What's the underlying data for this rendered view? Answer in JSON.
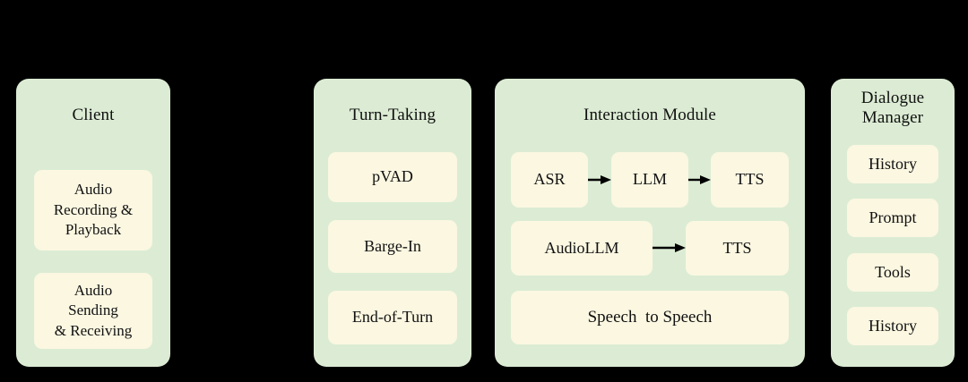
{
  "diagram": {
    "background_color": "#000000",
    "panel_color": "#dcecd4",
    "box_color": "#fbf7e1",
    "text_color": "#111111",
    "arrow_color": "#000000",
    "panels": [
      {
        "id": "client",
        "title": "Client",
        "boxes": [
          {
            "label": "Audio\nRecording &\nPlayback"
          },
          {
            "label": "Audio\nSending\n& Receiving"
          }
        ]
      },
      {
        "id": "turn-taking",
        "title": "Turn-Taking",
        "boxes": [
          {
            "label": "pVAD"
          },
          {
            "label": "Barge-In"
          },
          {
            "label": "End-of-Turn"
          }
        ]
      },
      {
        "id": "interaction-module",
        "title": "Interaction Module",
        "rows": [
          {
            "id": "cascaded-pipeline",
            "boxes": [
              {
                "label": "ASR"
              },
              {
                "label": "LLM"
              },
              {
                "label": "TTS"
              }
            ],
            "arrows": [
              {
                "from": "ASR",
                "to": "LLM",
                "direction": "right"
              },
              {
                "from": "LLM",
                "to": "TTS",
                "direction": "right"
              }
            ]
          },
          {
            "id": "audiollm-pipeline",
            "boxes": [
              {
                "label": "AudioLLM"
              },
              {
                "label": "TTS"
              }
            ],
            "arrows": [
              {
                "from": "AudioLLM",
                "to": "TTS",
                "direction": "right"
              }
            ]
          },
          {
            "id": "speech-to-speech",
            "boxes": [
              {
                "label": "Speech  to Speech"
              }
            ],
            "arrows": []
          }
        ]
      },
      {
        "id": "dialogue-manager",
        "title": "Dialogue\nManager",
        "boxes": [
          {
            "label": "History"
          },
          {
            "label": "Prompt"
          },
          {
            "label": "Tools"
          },
          {
            "label": "History"
          }
        ]
      }
    ]
  }
}
